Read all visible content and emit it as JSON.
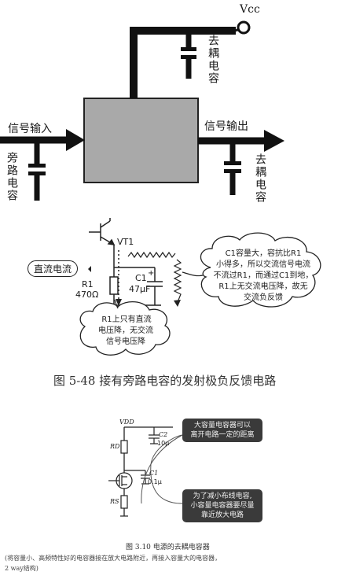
{
  "fig1": {
    "vcc": "Vcc",
    "decouple_top": "去耦电容",
    "input": "信号输入",
    "output": "信号输出",
    "bypass": "旁路电容",
    "decouple_right": "去耦电容"
  },
  "fig2": {
    "vt1": "VT1",
    "dc_current": "直流电流",
    "r1": "R1",
    "r1_value": "470Ω",
    "c1": "C1",
    "c1_value": "47μF",
    "plus": "+",
    "cloud_right": [
      "C1容量大，容抗比R1",
      "小得多，所以交流信号电流",
      "不流过R1，而通过C1到地，",
      "R1上无交流电压降，故无",
      "交流负反馈"
    ],
    "cloud_bottom": [
      "R1上只有直流",
      "电压降，无交流",
      "信号电压降"
    ],
    "caption": "图 5-48   接有旁路电容的发射极负反馈电路"
  },
  "fig3": {
    "vdd": "VDD",
    "rd": "RD",
    "c2": "C2",
    "c2_value": "10μ",
    "c1": "C1",
    "c1_value": "0.1μ",
    "rs": "RS",
    "note_top": [
      "大容量电容器可以",
      "离开电路一定的距离"
    ],
    "note_bottom": [
      "为了减小布线电容,",
      "小容量电容器要尽量",
      "靠近放大电路"
    ],
    "caption": "图 3.10   电源的去耦电容器",
    "subcaption": [
      "(将容量小、高频特性好的电容器接在放大电路附近，再接入容量大的电容器，",
      "2 way结构)"
    ]
  }
}
